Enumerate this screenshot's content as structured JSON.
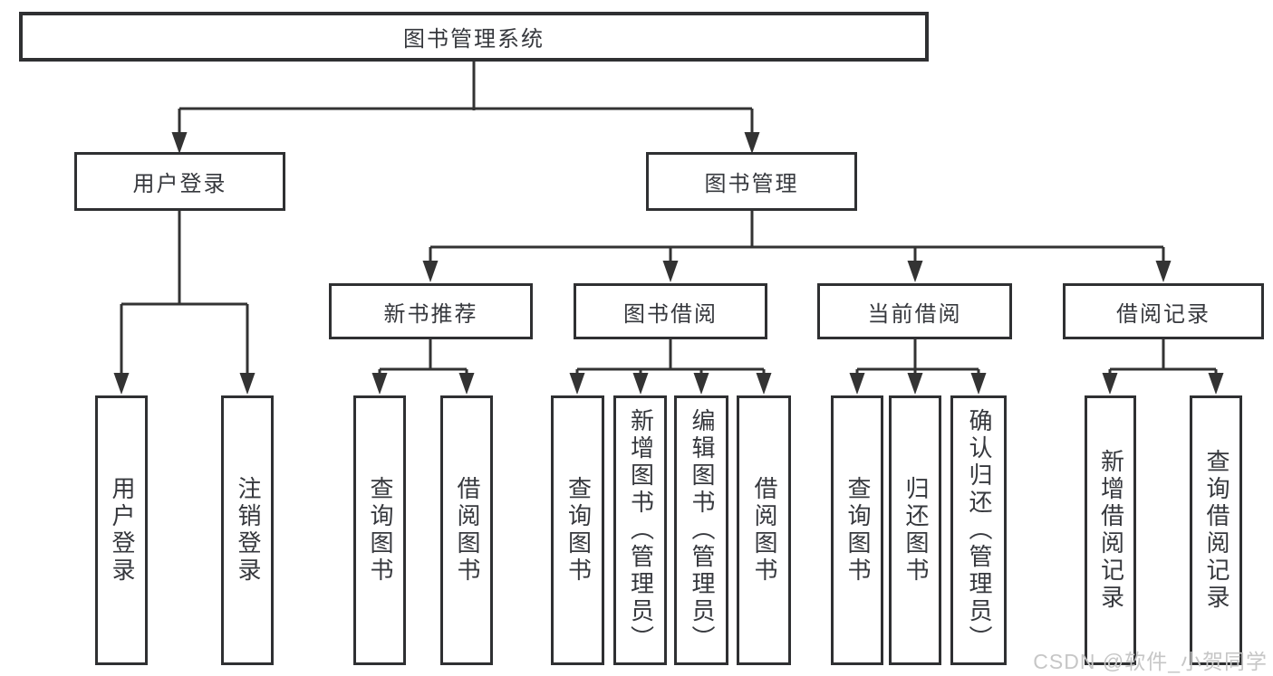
{
  "nodes": {
    "root": "图书管理系统",
    "login": "用户登录",
    "manage": "图书管理",
    "recommend": "新书推荐",
    "borrowing": "图书借阅",
    "current": "当前借阅",
    "records": "借阅记录",
    "login_children": [
      "用户登录",
      "注销登录"
    ],
    "recommend_children": [
      "查询图书",
      "借阅图书"
    ],
    "borrowing_children": [
      "查询图书",
      "新增图书（管理员）",
      "编辑图书（管理员）",
      "借阅图书"
    ],
    "current_children": [
      "查询图书",
      "归还图书",
      "确认归还（管理员）"
    ],
    "records_children": [
      "新增借阅记录",
      "查询借阅记录"
    ]
  },
  "watermark": "CSDN @软件_小贺同学",
  "colors": {
    "line": "#333333",
    "border": "#2f3032",
    "text": "#36383d",
    "background": "#ffffff",
    "watermark": "#c6c6c6"
  }
}
